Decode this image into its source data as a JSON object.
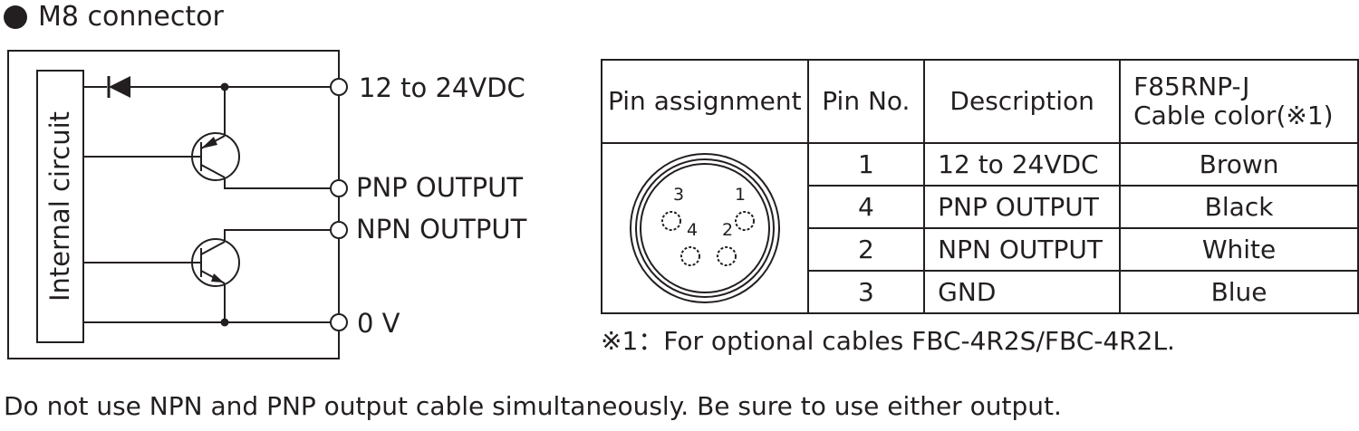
{
  "title": "M8 connector",
  "circuit": {
    "internal_label": "Internal circuit",
    "terminals": [
      "12 to 24VDC",
      "PNP OUTPUT",
      "NPN OUTPUT",
      "0 V"
    ]
  },
  "table": {
    "headers": [
      "Pin assignment",
      "Pin No.",
      "Description",
      "F85RNP-J",
      "Cable color(※1)"
    ],
    "rows": [
      {
        "pin": "1",
        "desc": "12 to 24VDC",
        "color": "Brown"
      },
      {
        "pin": "4",
        "desc": "PNP OUTPUT",
        "color": "Black"
      },
      {
        "pin": "2",
        "desc": "NPN OUTPUT",
        "color": "White"
      },
      {
        "pin": "3",
        "desc": "GND",
        "color": "Blue"
      }
    ],
    "connector_pins": [
      "1",
      "2",
      "3",
      "4"
    ]
  },
  "note": "※1：For optional cables FBC-4R2S/FBC-4R2L.",
  "footer": "Do not use NPN and PNP output cable simultaneously. Be sure to use either output."
}
